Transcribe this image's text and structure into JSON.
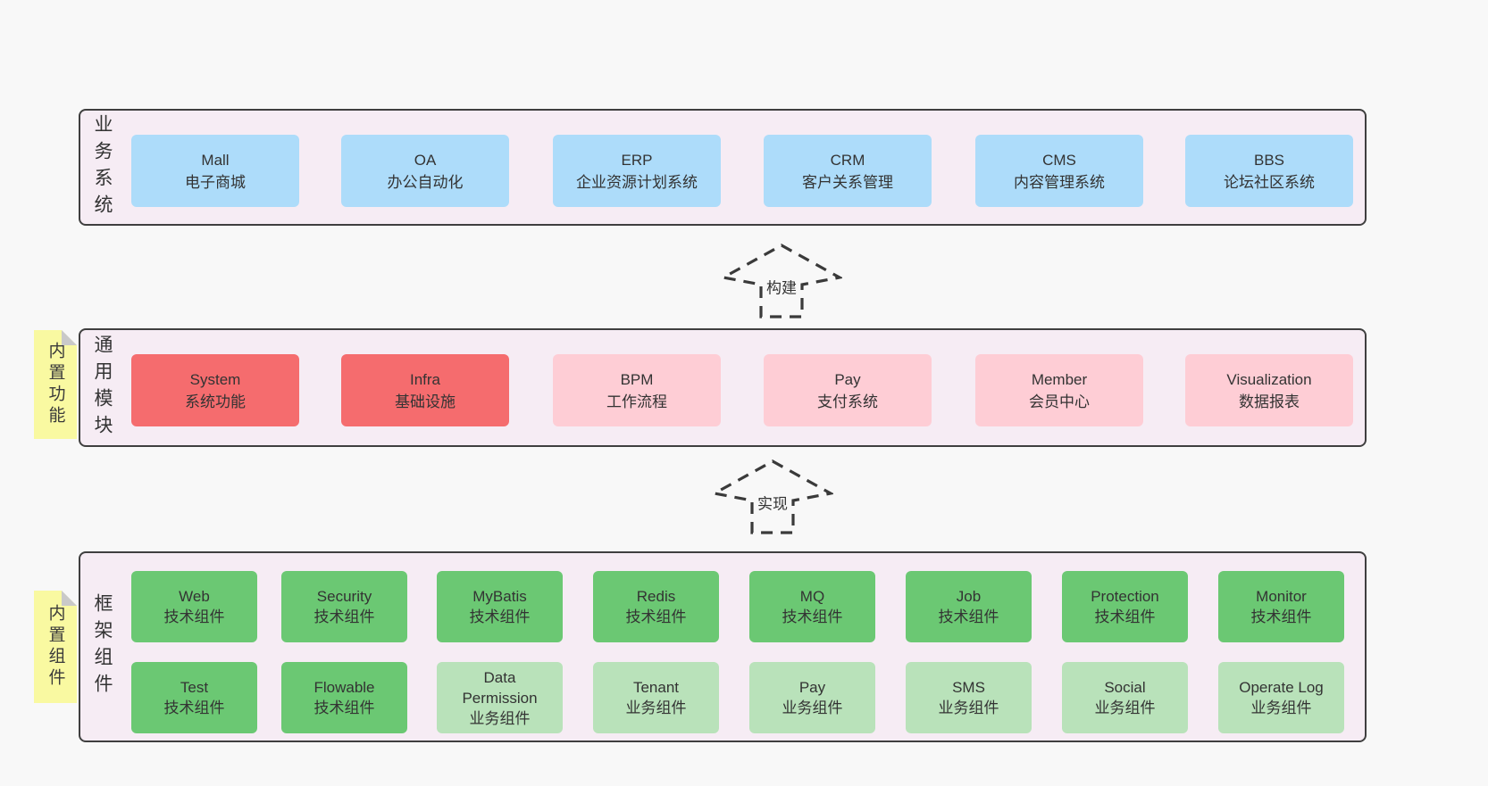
{
  "diagram": {
    "bands": [
      {
        "label": "业务系统",
        "boxes": [
          {
            "title": "Mall",
            "subtitle": "电子商城",
            "variant": "blue"
          },
          {
            "title": "OA",
            "subtitle": "办公自动化",
            "variant": "blue"
          },
          {
            "title": "ERP",
            "subtitle": "企业资源计划系统",
            "variant": "blue"
          },
          {
            "title": "CRM",
            "subtitle": "客户关系管理",
            "variant": "blue"
          },
          {
            "title": "CMS",
            "subtitle": "内容管理系统",
            "variant": "blue"
          },
          {
            "title": "BBS",
            "subtitle": "论坛社区系统",
            "variant": "blue"
          }
        ]
      },
      {
        "label": "通用模块",
        "sticky": "内置功能",
        "boxes": [
          {
            "title": "System",
            "subtitle": "系统功能",
            "variant": "red"
          },
          {
            "title": "Infra",
            "subtitle": "基础设施",
            "variant": "red"
          },
          {
            "title": "BPM",
            "subtitle": "工作流程",
            "variant": "pink"
          },
          {
            "title": "Pay",
            "subtitle": "支付系统",
            "variant": "pink"
          },
          {
            "title": "Member",
            "subtitle": "会员中心",
            "variant": "pink"
          },
          {
            "title": "Visualization",
            "subtitle": "数据报表",
            "variant": "pink"
          }
        ]
      },
      {
        "label": "框架组件",
        "sticky": "内置组件",
        "row1": [
          {
            "title": "Web",
            "subtitle": "技术组件",
            "variant": "green"
          },
          {
            "title": "Security",
            "subtitle": "技术组件",
            "variant": "green"
          },
          {
            "title": "MyBatis",
            "subtitle": "技术组件",
            "variant": "green"
          },
          {
            "title": "Redis",
            "subtitle": "技术组件",
            "variant": "green"
          },
          {
            "title": "MQ",
            "subtitle": "技术组件",
            "variant": "green"
          },
          {
            "title": "Job",
            "subtitle": "技术组件",
            "variant": "green"
          },
          {
            "title": "Protection",
            "subtitle": "技术组件",
            "variant": "green"
          },
          {
            "title": "Monitor",
            "subtitle": "技术组件",
            "variant": "green"
          }
        ],
        "row2": [
          {
            "title": "Test",
            "subtitle": "技术组件",
            "variant": "green"
          },
          {
            "title": "Flowable",
            "subtitle": "技术组件",
            "variant": "green"
          },
          {
            "title": "Data Permission",
            "subtitle": "业务组件",
            "variant": "lightgreen"
          },
          {
            "title": "Tenant",
            "subtitle": "业务组件",
            "variant": "lightgreen"
          },
          {
            "title": "Pay",
            "subtitle": "业务组件",
            "variant": "lightgreen"
          },
          {
            "title": "SMS",
            "subtitle": "业务组件",
            "variant": "lightgreen"
          },
          {
            "title": "Social",
            "subtitle": "业务组件",
            "variant": "lightgreen"
          },
          {
            "title": "Operate Log",
            "subtitle": "业务组件",
            "variant": "lightgreen"
          }
        ]
      }
    ],
    "arrows": [
      {
        "label": "构建"
      },
      {
        "label": "实现"
      }
    ],
    "colors": {
      "page_background": "#f8f8f8",
      "band_background": "#f6ecf4",
      "band_border": "#3f3f3f",
      "blue_box": "#addcfa",
      "red_box": "#f56c6e",
      "pink_box": "#fecdd5",
      "green_box": "#6bc873",
      "light_green_box": "#b9e2ba",
      "sticky_note": "#f9f9a1"
    }
  }
}
